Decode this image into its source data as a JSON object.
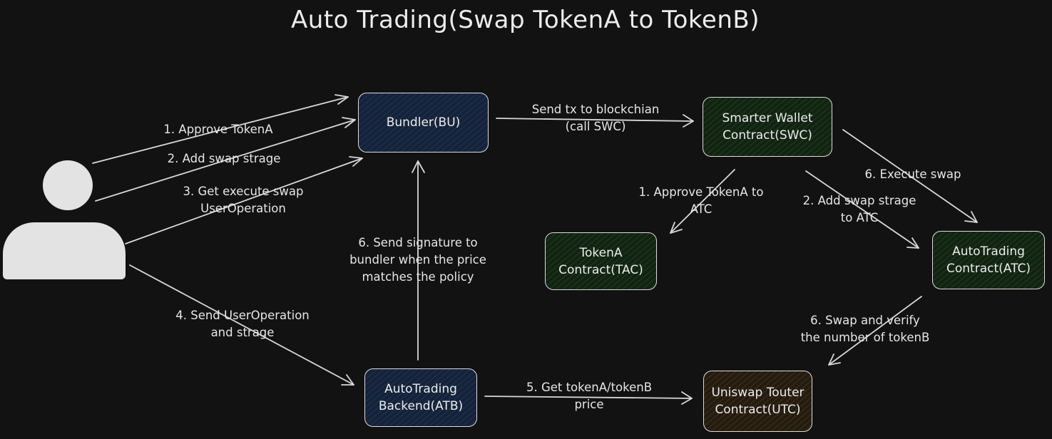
{
  "title": "Auto Trading(Swap TokenA to TokenB)",
  "nodes": {
    "bundler": "Bundler(BU)",
    "swc": "Smarter Wallet\nContract(SWC)",
    "tac": "TokenA\nContract(TAC)",
    "atc": "AutoTrading\nContract(ATC)",
    "atb": "AutoTrading\nBackend(ATB)",
    "utc": "Uniswap Touter\nContract(UTC)"
  },
  "edges": {
    "approve_tokena": "1. Approve TokenA",
    "add_swap_strage": "2. Add swap strage",
    "get_execute_swap": "3. Get execute swap\nUserOperation",
    "send_userop": "4. Send UserOperation\nand strage",
    "send_tx": "Send tx to blockchian\n(call SWC)",
    "send_signature": "6. Send signature to\nbundler when the price\nmatches the policy",
    "approve_tokena_atc": "1. Approve TokenA to\nATC",
    "add_swap_strage_atc": "2. Add swap strage\nto ATC",
    "execute_swap": "6. Execute swap",
    "swap_verify": "6. Swap and verify\nthe number of tokenB",
    "get_price": "5. Get tokenA/tokenB\nprice"
  },
  "colors": {
    "background": "#121212",
    "stroke": "#dcdcdc",
    "fill_blue": "#15233a",
    "fill_green": "#122312",
    "fill_brown": "#241c10",
    "user": "#e3e3e3"
  },
  "icons": {
    "actor": "user-icon"
  }
}
